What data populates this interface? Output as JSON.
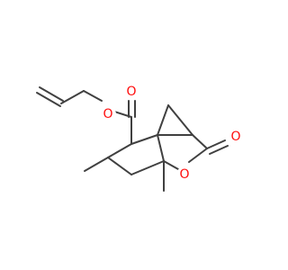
{
  "molecule": {
    "atom_color_oxygen": "#ff0d0d",
    "bond_color": "#404040",
    "labels": {
      "ester_carbonyl_oxygen": "O",
      "ester_ether_oxygen": "O",
      "lactone_carbonyl_oxygen": "O",
      "ring_oxygen": "O"
    }
  }
}
